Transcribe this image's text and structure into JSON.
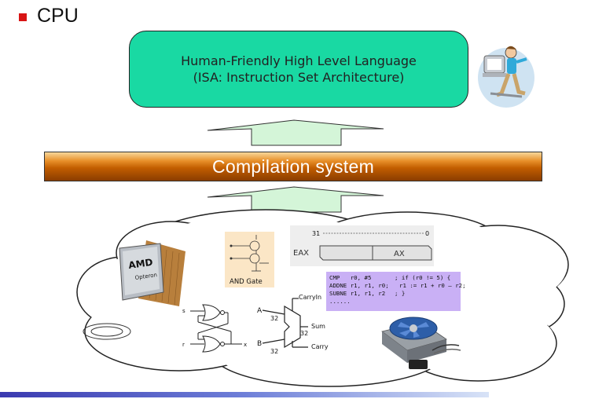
{
  "heading": "CPU",
  "hll": {
    "line1": "Human-Friendly High Level Language",
    "line2": "(ISA: Instruction Set Architecture)"
  },
  "compilation": "Compilation system",
  "chip": {
    "brand": "AMD",
    "model": "Opteron"
  },
  "and_gate": {
    "label": "AND Gate"
  },
  "register": {
    "bit_high": "31",
    "bit_low": "0",
    "name": "EAX",
    "sub": "AX"
  },
  "code": [
    {
      "instr": "CMP   r0, #5",
      "comment": "; if (r0 != 5) {"
    },
    {
      "instr": "ADDNE r1, r1, r0",
      "comment": ";   r1 := r1 + r0 – r2;"
    },
    {
      "instr": "SUBNE r1, r1, r2",
      "comment": "; }"
    },
    {
      "instr": "......",
      "comment": ""
    }
  ],
  "adder": {
    "carry_in": "CarryIn",
    "a": "A",
    "b": "B",
    "w1": "32",
    "w2": "32",
    "w3": "32",
    "sum": "Sum",
    "carry": "Carry"
  },
  "latch": {
    "in1": "s",
    "in2": "r",
    "out": "x"
  },
  "colors": {
    "bullet": "#d81414",
    "hll_fill": "#19d9a3",
    "compilation_bar": "#c25e00",
    "arrow_fill": "#d4f5d8",
    "code_bg": "#c9b0f5"
  }
}
